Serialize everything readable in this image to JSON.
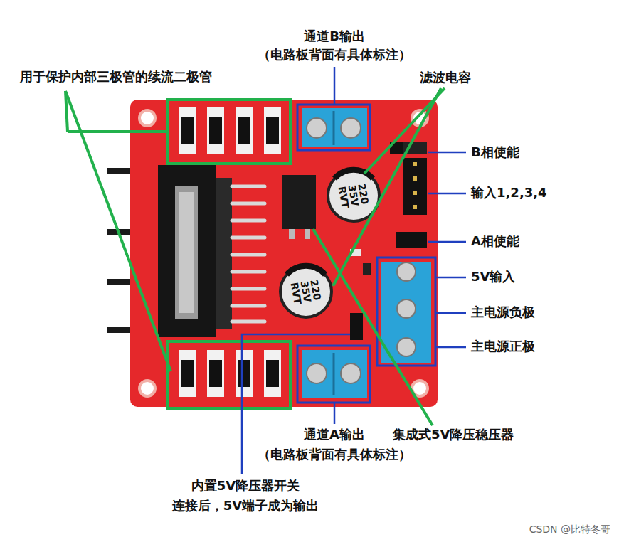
{
  "diagram": {
    "labels": [
      "通道B输出",
      "（电路板背面有具体标注）",
      "用于保护内部三极管的续流二极管",
      "滤波电容",
      "B相使能",
      "输入1,2,3,4",
      "220 35V RVT",
      "A相使能",
      "5V输入",
      "220 35V RVT",
      "主电源负极",
      "主电源正极",
      "通道A输出",
      "（电路板背面有具体标注）",
      "集成式5V降压稳压器",
      "内置5V降压器开关",
      "连接后，5V端子成为输出",
      "CSDN @比特冬哥"
    ]
  }
}
